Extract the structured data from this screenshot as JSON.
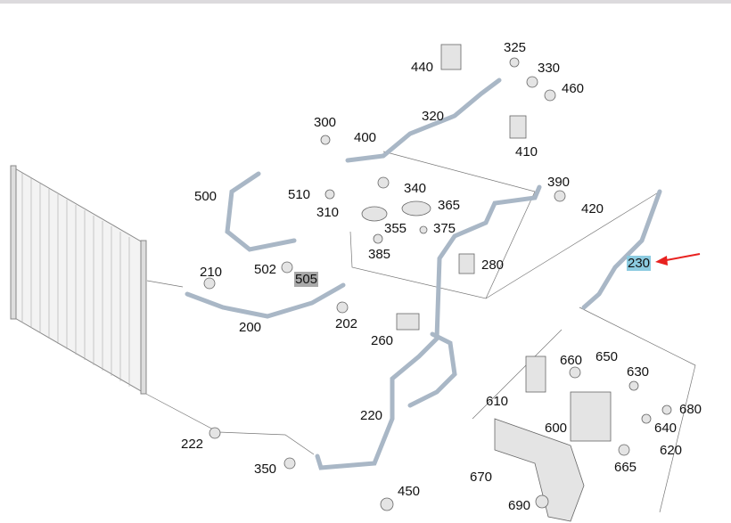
{
  "labels": [
    "440",
    "325",
    "330",
    "460",
    "320",
    "300",
    "400",
    "410",
    "500",
    "510",
    "340",
    "390",
    "365",
    "420",
    "310",
    "355",
    "375",
    "385",
    "280",
    "210",
    "502",
    "505",
    "230",
    "202",
    "200",
    "260",
    "660",
    "650",
    "630",
    "610",
    "680",
    "220",
    "600",
    "640",
    "620",
    "222",
    "665",
    "350",
    "670",
    "450",
    "690"
  ],
  "highlighted": {
    "selected": "230",
    "secondary": "505"
  },
  "colors": {
    "selected_highlight": "#8ccbe0",
    "secondary_highlight": "#a9a9a9",
    "arrow": "#e8211f",
    "hose": "#a9b7c6"
  }
}
